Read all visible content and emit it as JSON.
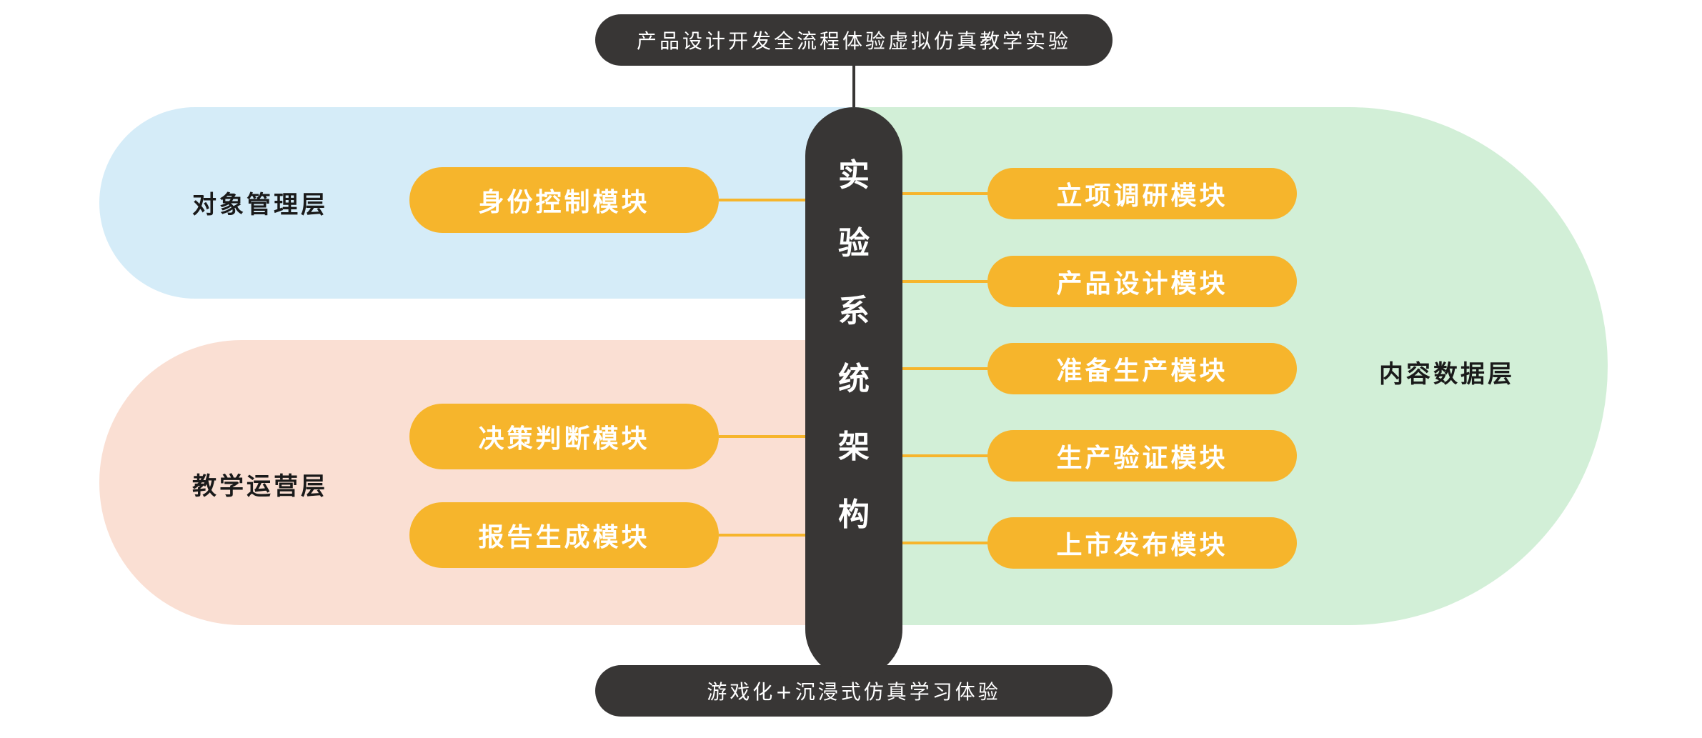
{
  "colors": {
    "dark": "#383635",
    "accent": "#f6b52c",
    "object_layer": "#d5ecf8",
    "teaching_layer": "#fadfd3",
    "content_layer": "#d2efd7"
  },
  "top_caption": "产品设计开发全流程体验虚拟仿真教学实验",
  "bottom_caption": "游戏化+沉浸式仿真学习体验",
  "center": {
    "chars": [
      "实",
      "验",
      "系",
      "统",
      "架",
      "构"
    ]
  },
  "layers": {
    "object": {
      "label": "对象管理层"
    },
    "teaching": {
      "label": "教学运营层"
    },
    "content": {
      "label": "内容数据层"
    }
  },
  "modules_left": [
    {
      "label": "身份控制模块"
    },
    {
      "label": "决策判断模块"
    },
    {
      "label": "报告生成模块"
    }
  ],
  "modules_right": [
    {
      "label": "立项调研模块"
    },
    {
      "label": "产品设计模块"
    },
    {
      "label": "准备生产模块"
    },
    {
      "label": "生产验证模块"
    },
    {
      "label": "上市发布模块"
    }
  ]
}
